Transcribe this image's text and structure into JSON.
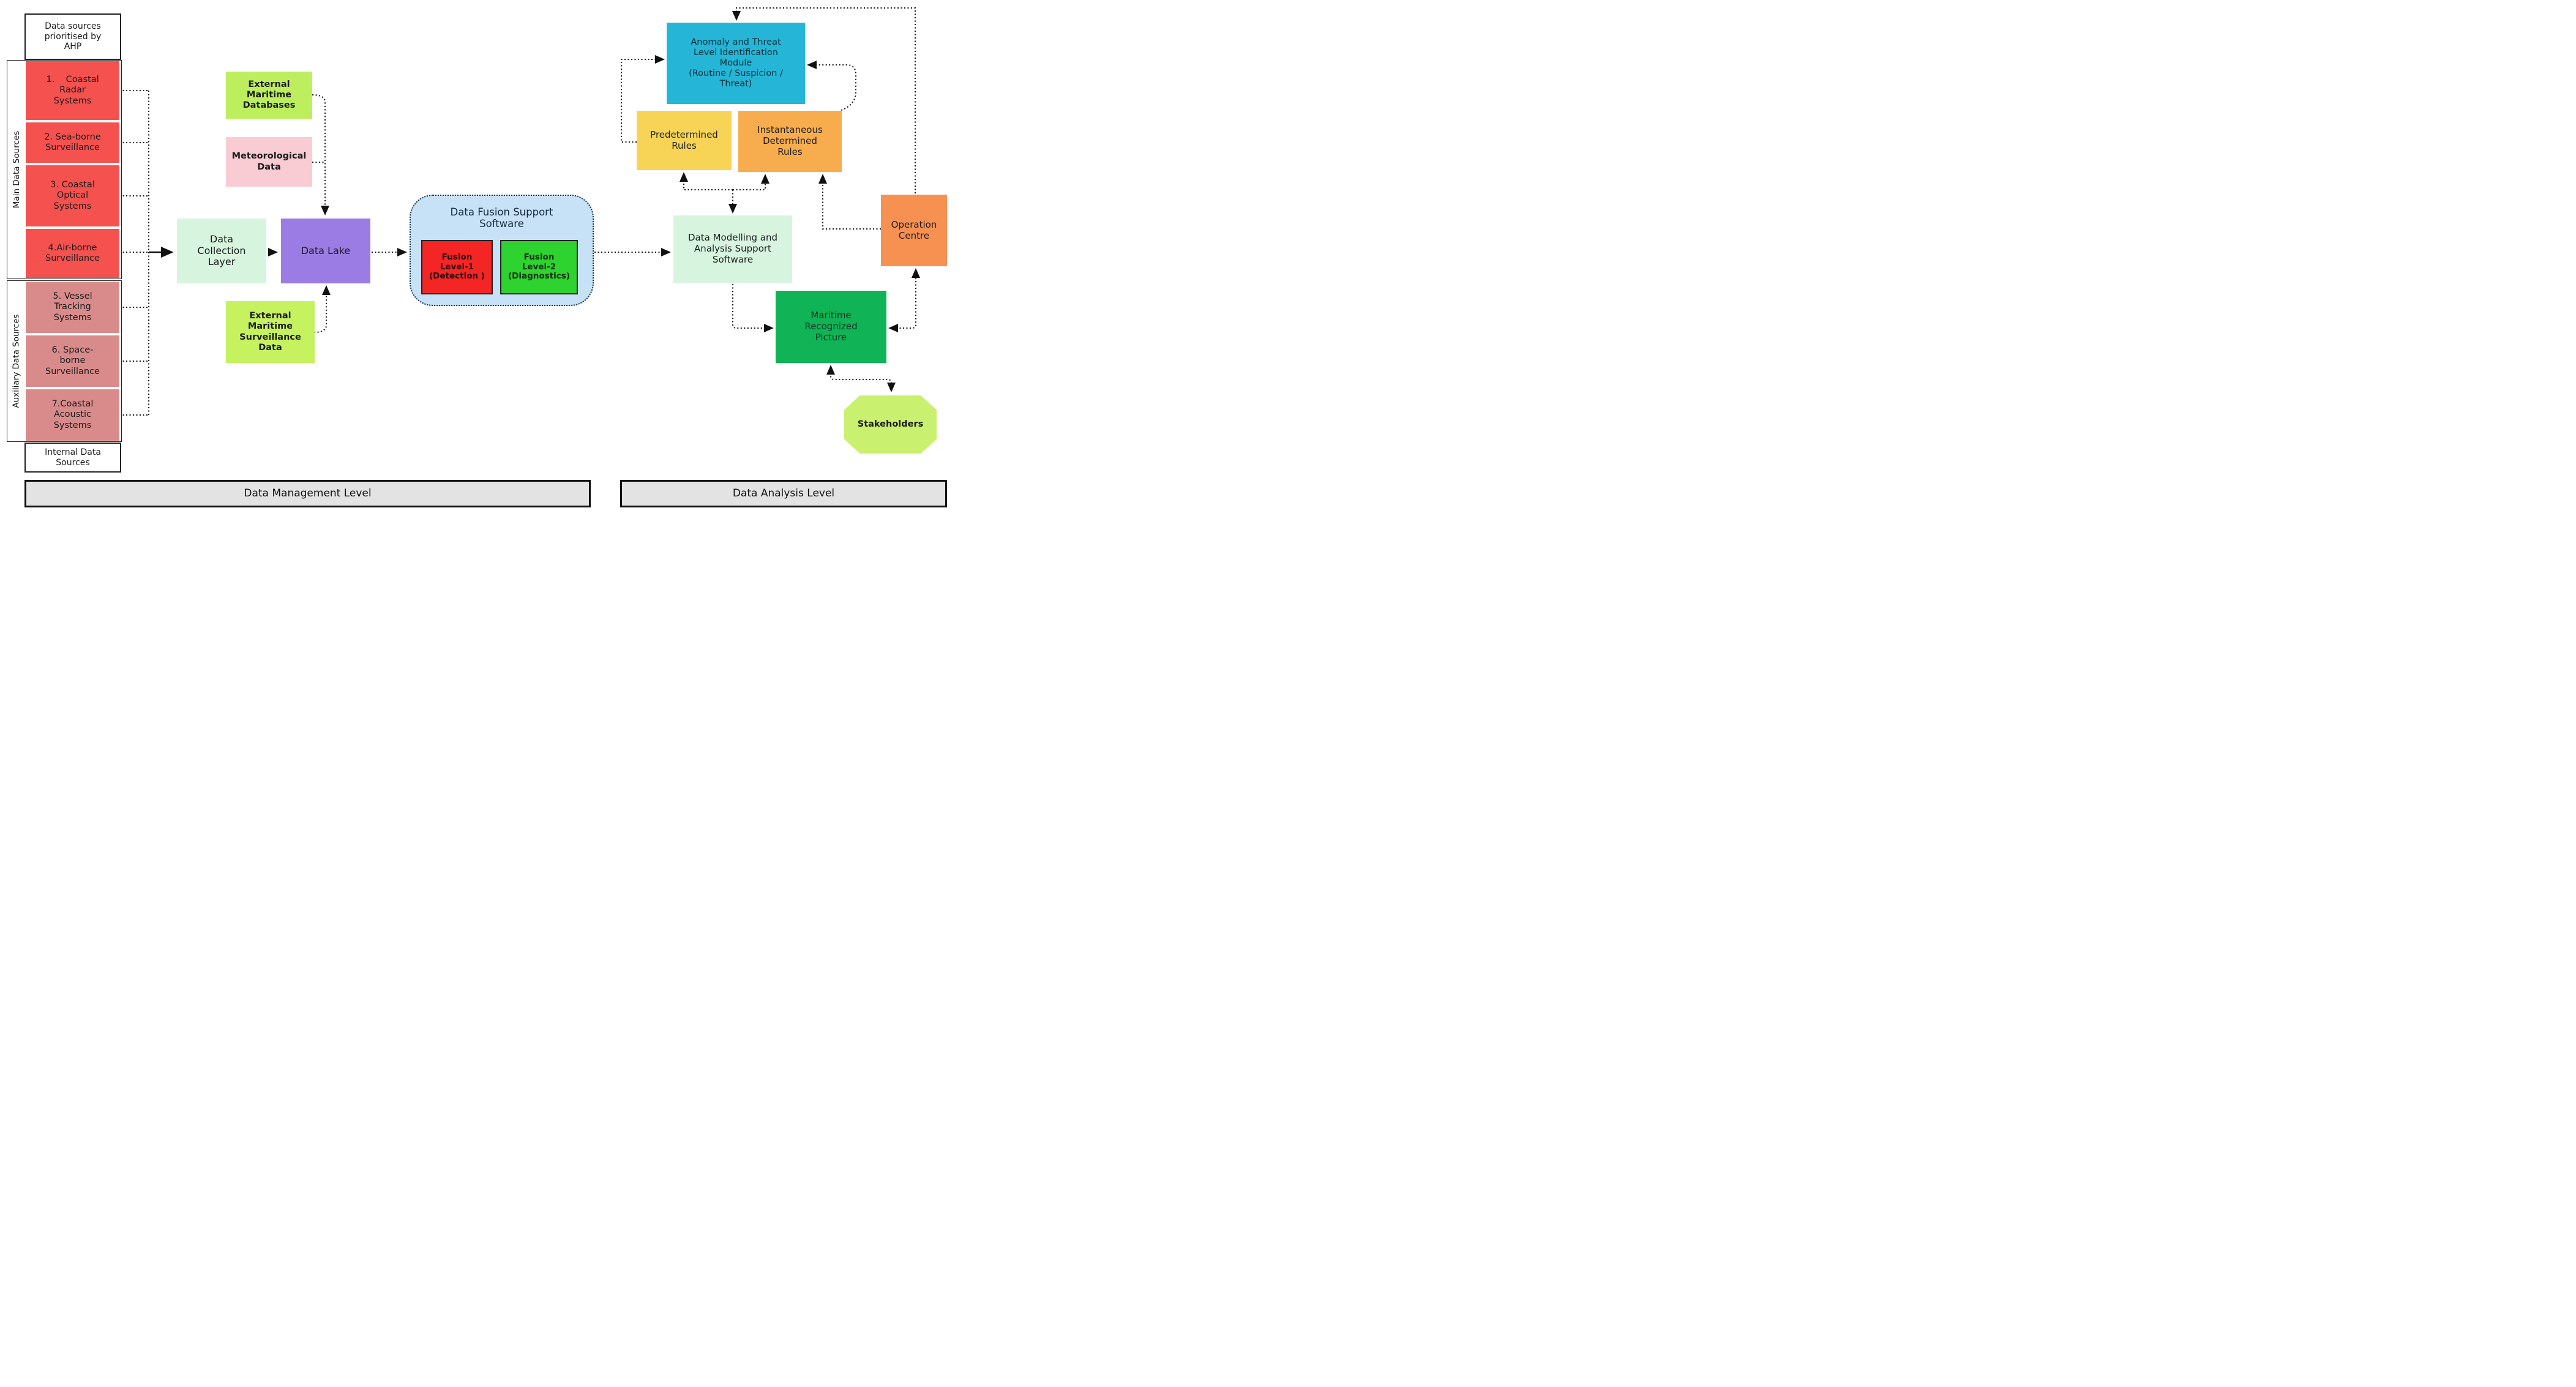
{
  "left": {
    "header": "Data sources\nprioritised by\nAHP",
    "main_label": "Main Data Sources",
    "aux_label": "Auxiliary Data Sources",
    "footer": "Internal Data\nSources",
    "items": [
      {
        "label": "1.    Coastal\nRadar\nSystems",
        "group": "main"
      },
      {
        "label": "2. Sea-borne\nSurveillance",
        "group": "main"
      },
      {
        "label": "3. Coastal\nOptical\nSystems",
        "group": "main"
      },
      {
        "label": "4.Air-borne\nSurveillance",
        "group": "main"
      },
      {
        "label": "5. Vessel\nTracking\nSystems",
        "group": "auxiliary"
      },
      {
        "label": "6. Space-\nborne\nSurveillance",
        "group": "auxiliary"
      },
      {
        "label": "7.Coastal\nAcoustic\nSystems",
        "group": "auxiliary"
      }
    ]
  },
  "middle": {
    "external_maritime_databases": "External\nMaritime\nDatabases",
    "meteorological_data": "Meteorological\nData",
    "data_collection_layer": "Data\nCollection\nLayer",
    "data_lake": "Data Lake",
    "external_maritime_surveillance_data": "External\nMaritime\nSurveillance\nData",
    "fusion_title": "Data Fusion Support\nSoftware",
    "fusion_level1": "Fusion\nLevel-1\n(Detection )",
    "fusion_level2": "Fusion\nLevel-2\n(Diagnostics)"
  },
  "right": {
    "anomaly_module": "Anomaly and Threat\nLevel Identification\nModule\n(Routine / Suspicion /\nThreat)",
    "predetermined_rules": "Predetermined\nRules",
    "instantaneous_rules": "Instantaneous\nDetermined\nRules",
    "data_modelling": "Data Modelling and\nAnalysis Support\nSoftware",
    "operation_centre": "Operation\nCentre",
    "maritime_recognized_picture": "Maritime\nRecognized\nPicture",
    "stakeholders": "Stakeholders"
  },
  "bars": {
    "management": "Data Management Level",
    "analysis": "Data Analysis Level"
  },
  "palette": {
    "main_red": "#f4514f",
    "aux_rose": "#d98b8b",
    "mint": "#d7f5de",
    "purple": "#9b7ce4",
    "lime_databases": "#bdee5e",
    "pink_met": "#f9ccd4",
    "lime_surveillance": "#c6f25f",
    "fusion_bg": "#c7e1f7",
    "fusion_red": "#f42525",
    "fusion_green": "#2fd32f",
    "cyan_anomaly": "#25b6d7",
    "yellow_rules": "#f8d456",
    "orange_rules": "#f7ad4d",
    "orange_oc": "#f79152",
    "green_mrp": "#10b457",
    "lime_stakeholders": "#c9f06e",
    "bar_gray": "#e3e3e3"
  },
  "connections": [
    "sources 1-7 -> collector line -> Data Collection Layer (solid arrow)",
    "Data Collection Layer -> Data Lake",
    "External Maritime Databases -> Data Lake (top)",
    "Meteorological Data -> Data Lake (top)",
    "External Maritime Surveillance Data -> Data Lake (bottom)",
    "Data Lake -> Data Fusion Support Software",
    "Data Fusion Support Software -> Data Modelling and Analysis Support Software",
    "Data Modelling <-> Predetermined Rules / Instantaneous Determined Rules",
    "Operation Centre -> Instantaneous Determined Rules",
    "Predetermined Rules -> Anomaly Module (left)",
    "Instantaneous Determined Rules -> Anomaly Module (right)",
    "Operation Centre -> Anomaly Module (top)",
    "Data Modelling -> Maritime Recognized Picture",
    "Maritime Recognized Picture <-> Operation Centre",
    "Maritime Recognized Picture <-> Stakeholders"
  ]
}
